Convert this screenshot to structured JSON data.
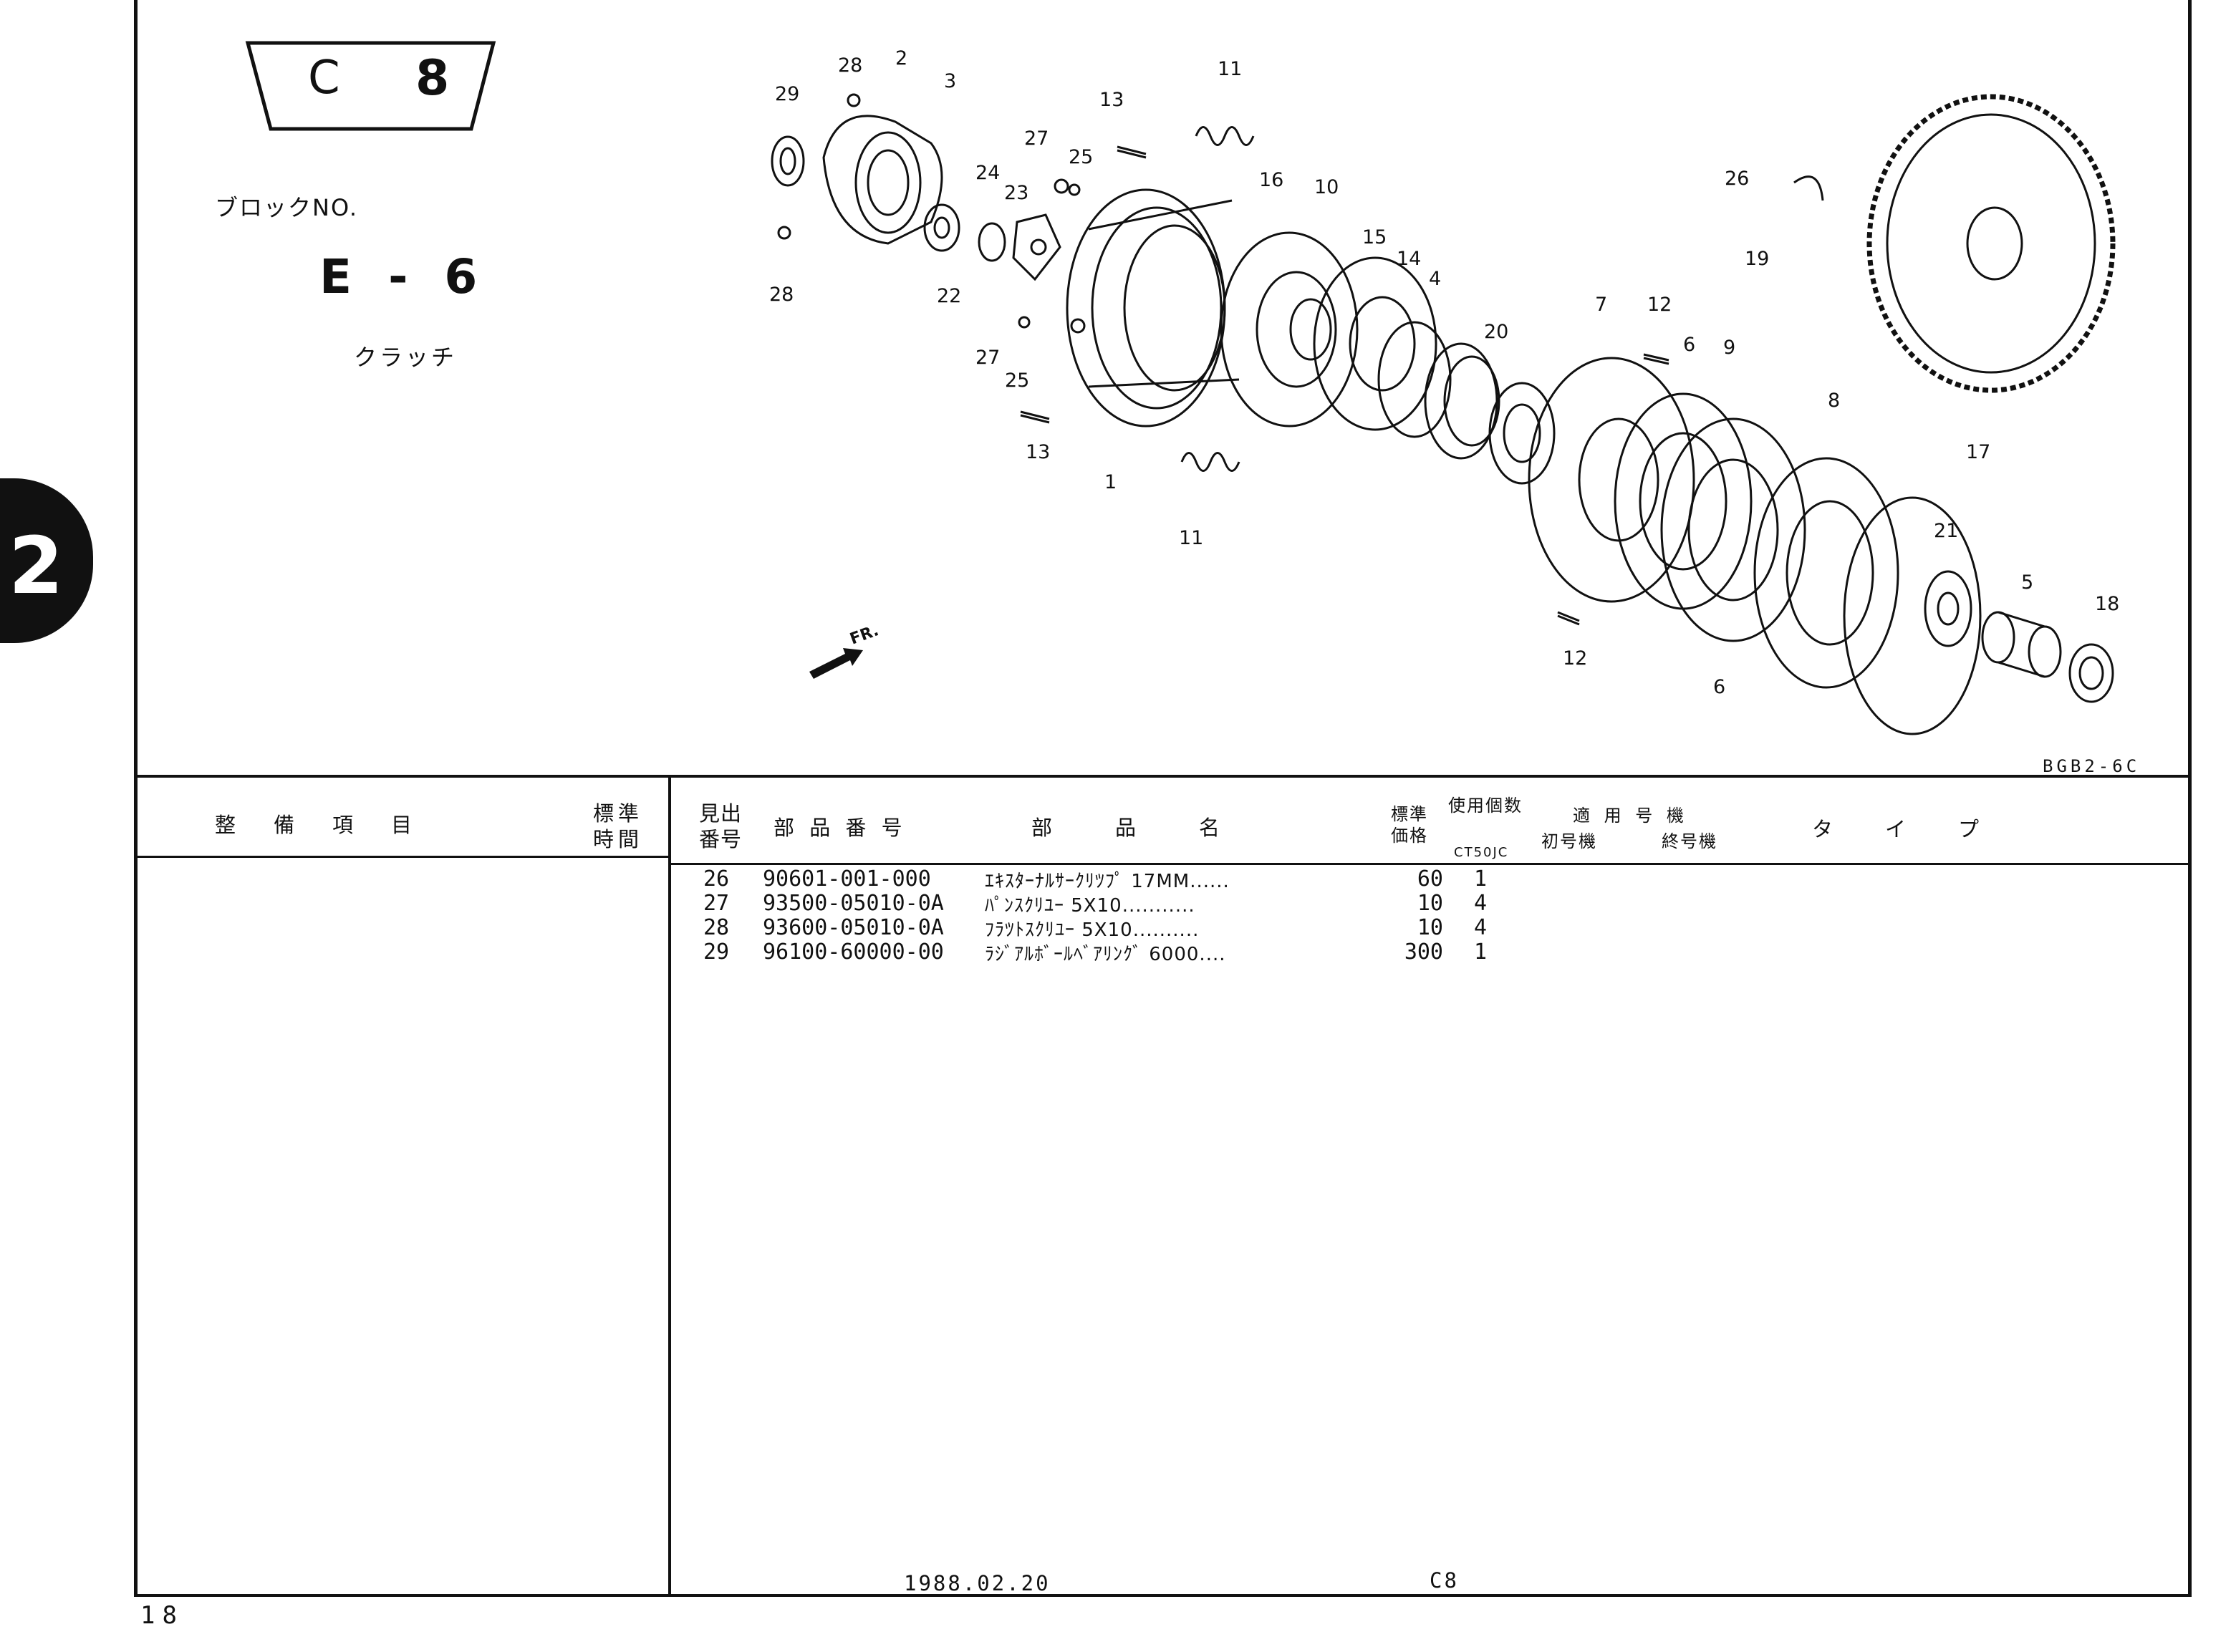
{
  "header": {
    "plate": {
      "letter": "C",
      "number": "8"
    },
    "block_label": "ブロックNO.",
    "block_code": "E - 6",
    "block_name": "クラッチ",
    "section_tab": "2",
    "direction_label": "FR.",
    "drawing_code": "BGB2-6C"
  },
  "diagram": {
    "callouts": [
      "1",
      "2",
      "3",
      "4",
      "5",
      "6",
      "6",
      "7",
      "8",
      "9",
      "10",
      "11",
      "11",
      "12",
      "12",
      "13",
      "13",
      "14",
      "15",
      "16",
      "17",
      "18",
      "19",
      "20",
      "21",
      "22",
      "23",
      "24",
      "25",
      "25",
      "26",
      "27",
      "27",
      "28",
      "28",
      "29"
    ]
  },
  "table": {
    "headers": {
      "maintenance_item": "整　備　項　目",
      "standard_time": [
        "標準",
        "時間"
      ],
      "ref_no": [
        "見出",
        "番号"
      ],
      "part_number": "部 品 番 号",
      "part_name": "部　　品　　名",
      "standard_price": [
        "標準",
        "価格"
      ],
      "quantity": "使用個数",
      "quantity_sub": "CT50JC",
      "applicable_frame": "適 用 号 機",
      "first_frame": "初号機",
      "last_frame": "終号機",
      "type": "タ　イ　プ"
    },
    "rows": [
      {
        "ref": "26",
        "part_no": "90601-001-000",
        "name": "ｴｷｽﾀｰﾅﾙｻｰｸﾘﾂﾌﾟ 17MM......",
        "price": "60",
        "qty": "1"
      },
      {
        "ref": "27",
        "part_no": "93500-05010-0A",
        "name": "ﾊﾟﾝｽｸﾘﾕｰ 5X10...........",
        "price": "10",
        "qty": "4"
      },
      {
        "ref": "28",
        "part_no": "93600-05010-0A",
        "name": "ﾌﾗﾂﾄｽｸﾘﾕｰ 5X10..........",
        "price": "10",
        "qty": "4"
      },
      {
        "ref": "29",
        "part_no": "96100-60000-00",
        "name": "ﾗｼﾞｱﾙﾎﾞｰﾙﾍﾞｱﾘﾝｸﾞ 6000....",
        "price": "300",
        "qty": "1"
      }
    ]
  },
  "footer": {
    "date": "1988.02.20",
    "plate_ref": "C8",
    "page_number": "18"
  }
}
